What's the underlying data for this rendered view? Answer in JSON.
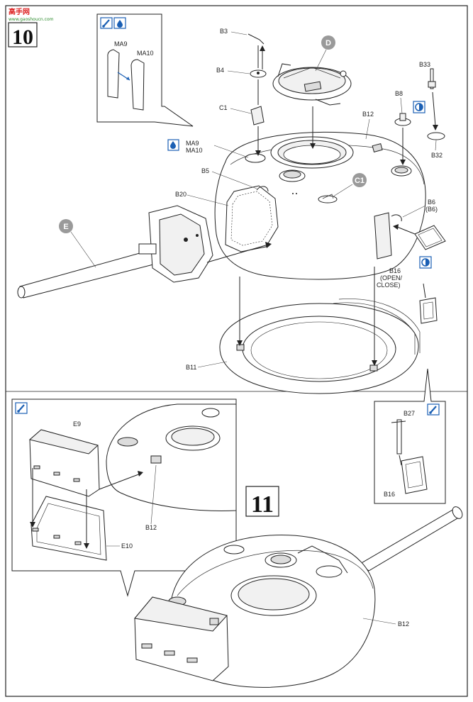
{
  "watermark": {
    "brand": "高手网",
    "site": "www.gaoshoucn.com"
  },
  "steps": [
    {
      "number": "10"
    },
    {
      "number": "11"
    }
  ],
  "step10": {
    "callout_parts": [
      "MA9",
      "MA10"
    ],
    "glue_note_parts": [
      "MA9",
      "MA10"
    ],
    "labels": {
      "B3": "B3",
      "B4": "B4",
      "C1": "C1",
      "D": "D",
      "B33": "B33",
      "B8": "B8",
      "B12": "B12",
      "B32": "B32",
      "B5": "B5",
      "C1_ref": "C1",
      "B20": "B20",
      "E": "E",
      "B6": "B6",
      "B6_paren": "(B6)",
      "B16_line1": "B16",
      "B16_line2": "(OPEN/",
      "B16_line3": "CLOSE)",
      "B11": "B11"
    },
    "subdiagram": {
      "B27": "B27",
      "B16": "B16"
    }
  },
  "step11": {
    "detail": {
      "E9": "E9",
      "B12": "B12",
      "E10": "E10"
    },
    "main": {
      "B12": "B12"
    }
  },
  "icons": [
    "cement-brush-icon",
    "cement-drop-icon",
    "option-choice-icon"
  ],
  "colors": {
    "ink": "#222222",
    "ref_circle": "#9a9a9a",
    "icon_blue": "#1a5fb4",
    "watermark": "#dd2222"
  }
}
